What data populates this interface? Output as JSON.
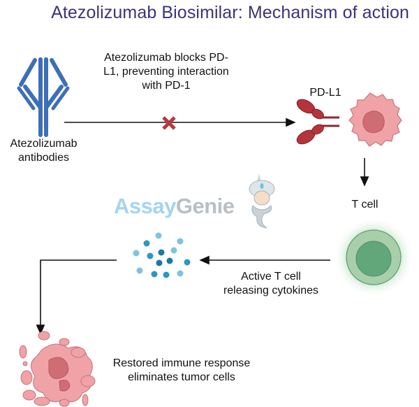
{
  "title": "Atezolizumab Biosimilar: Mechanism of action",
  "labels": {
    "antibody": [
      "Atezolizumab",
      "antibodies"
    ],
    "blocks": [
      "Atezolizumab blocks PD-",
      "L1, preventing interaction",
      "with PD-1"
    ],
    "pdl1": "PD-L1",
    "tcell": "T cell",
    "active": [
      "Active T cell",
      "releasing cytokines"
    ],
    "restored": [
      "Restored immune response",
      "eliminates tumor cells"
    ]
  },
  "watermark": {
    "part1": "Assay",
    "part2": "Genie"
  },
  "colors": {
    "title": "#3b3478",
    "antibody": "#3d6fb8",
    "block_x": "#b33a3f",
    "tumor_cell": "#f0a3a6",
    "pdl1": "#b5343b",
    "tcell_outer": "#a8cfa9",
    "tcell_inner": "#62a77a",
    "cytokine_dark": "#1a86b8",
    "cytokine_light": "#7cc4e0"
  }
}
